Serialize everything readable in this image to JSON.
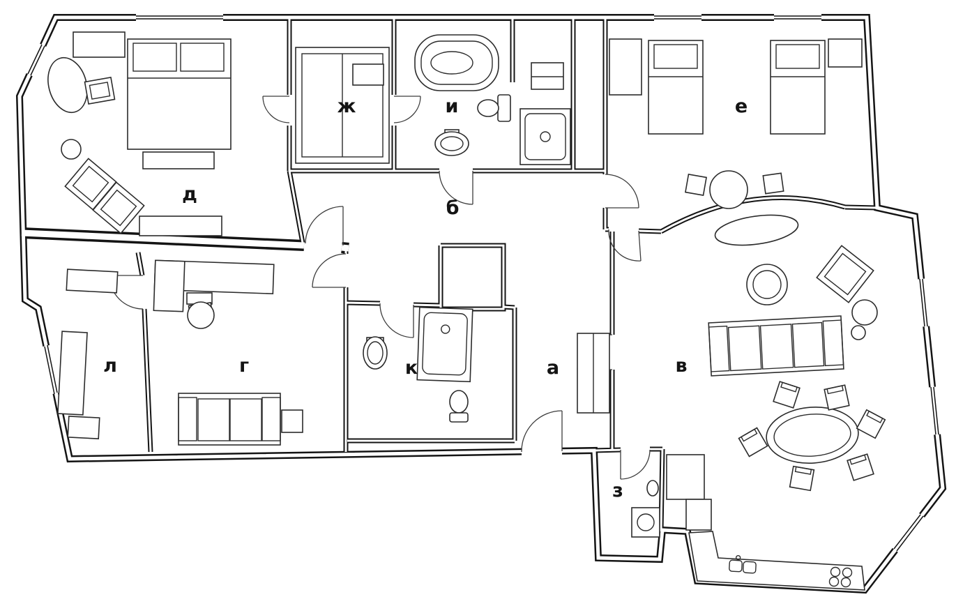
{
  "colors": {
    "ink": "#141414",
    "paper": "#ffffff"
  },
  "rooms": [
    {
      "id": "d",
      "label": "д"
    },
    {
      "id": "zh",
      "label": "ж"
    },
    {
      "id": "i",
      "label": "и"
    },
    {
      "id": "e",
      "label": "е"
    },
    {
      "id": "b",
      "label": "б"
    },
    {
      "id": "l",
      "label": "л"
    },
    {
      "id": "g",
      "label": "г"
    },
    {
      "id": "k",
      "label": "к"
    },
    {
      "id": "a",
      "label": "а"
    },
    {
      "id": "v",
      "label": "в"
    },
    {
      "id": "z",
      "label": "з"
    }
  ]
}
